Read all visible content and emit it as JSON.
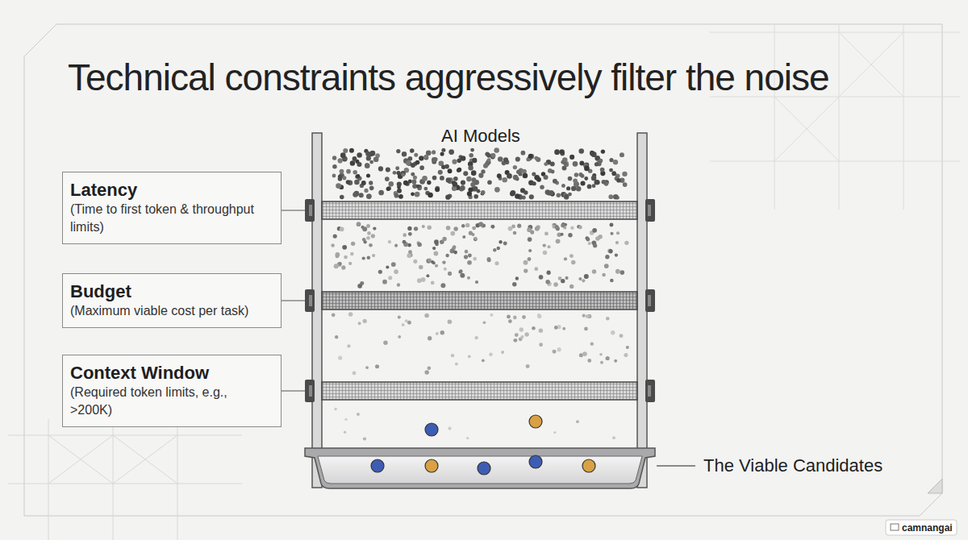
{
  "diagram": {
    "title": "Technical constraints aggressively filter the noise",
    "nodes": [
      {
        "text": [
          "Latency",
          "(Time to first token & throughput limits)"
        ]
      },
      {
        "text": [
          "Budget",
          "(Maximum viable cost per task)"
        ]
      },
      {
        "text": [
          "Context Window",
          "(Required token limits, e.g., >200K)"
        ]
      }
    ],
    "labels": [
      "AI Models",
      "The Viable Candidates",
      "camnangai"
    ]
  }
}
